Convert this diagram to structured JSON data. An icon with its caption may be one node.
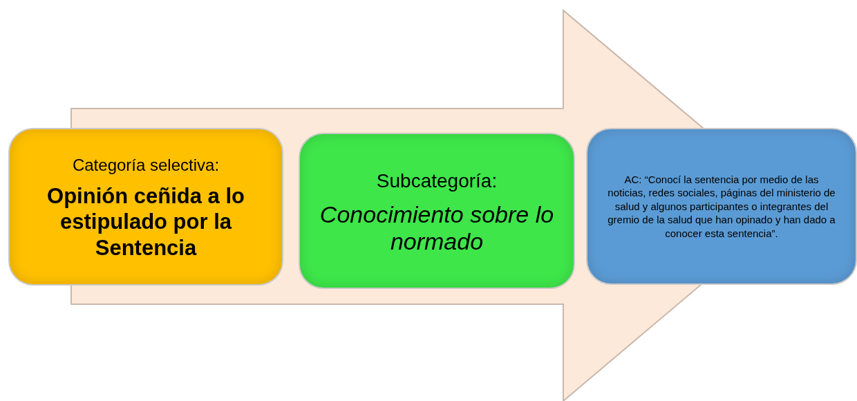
{
  "diagram": {
    "nodes": [
      {
        "text": [
          "Categoría selectiva:",
          "Opinión ceñida a lo estipulado por la Sentencia"
        ]
      },
      {
        "text": [
          "Subcategoría:",
          "Conocimiento sobre lo normado"
        ]
      },
      {
        "text": [
          "AC: “Conocí la sentencia por medio de las noticias, redes sociales, páginas del ministerio de salud y algunos participantes o integrantes del gremio de la salud que han opinado y han dado a conocer esta sentencia”."
        ]
      }
    ],
    "edges": [
      {
        "from": 0,
        "to": 2,
        "arrow": "to"
      }
    ]
  }
}
